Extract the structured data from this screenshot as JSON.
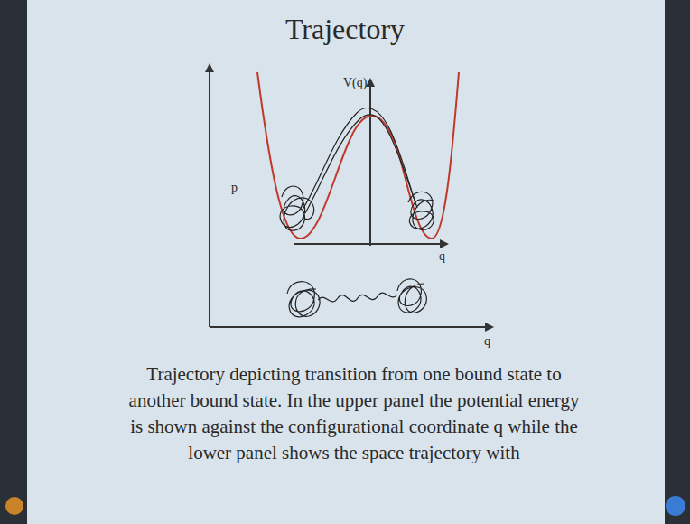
{
  "diagram": {
    "title": "Trajectory",
    "caption": "Trajectory depicting transition from one bound state to another bound state. In the upper panel the potential energy is shown against the configurational coordinate q while the lower panel shows the space trajectory with",
    "labels": [
      "V(q)",
      "q",
      "p",
      "q"
    ]
  }
}
